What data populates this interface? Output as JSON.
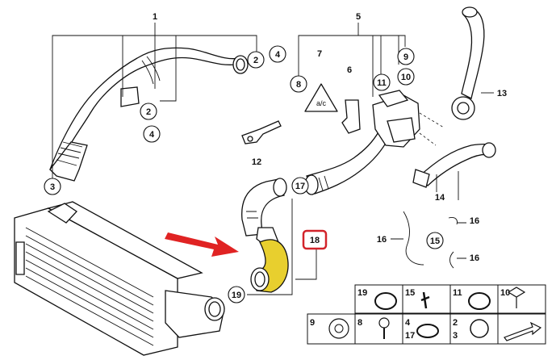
{
  "diagram": {
    "callouts": [
      "1",
      "2",
      "4",
      "2",
      "4",
      "3",
      "5",
      "7",
      "6",
      "8",
      "9",
      "10",
      "11",
      "13",
      "12",
      "14",
      "17",
      "16",
      "16",
      "16",
      "15",
      "18",
      "19"
    ],
    "highlight_color": "#e8cf2e",
    "highlight_box_color": "#d2232a",
    "arrow_color": "#e02323"
  },
  "legend": {
    "cells": [
      {
        "nums": "19"
      },
      {
        "nums": "15"
      },
      {
        "nums": "11"
      },
      {
        "nums": "10"
      },
      {
        "nums": "9"
      },
      {
        "nums": "8"
      },
      {
        "nums": "4 17"
      },
      {
        "nums": "2 3"
      }
    ]
  }
}
